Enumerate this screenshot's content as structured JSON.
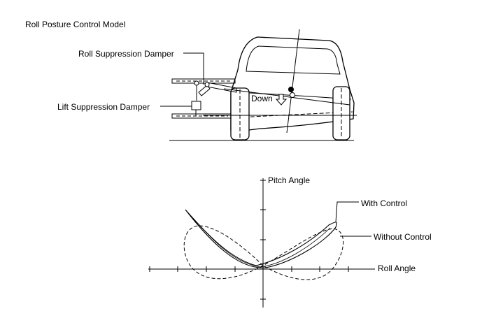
{
  "title": "Roll Posture Control Model",
  "vehicle_labels": {
    "roll_damper": "Roll Suppression Damper",
    "lift_damper": "Lift Suppression Damper",
    "down": "Down"
  },
  "graph_labels": {
    "y_axis": "Pitch Angle",
    "x_axis": "Roll Angle",
    "with_control": "With Control",
    "without_control": "Without Control"
  },
  "colors": {
    "ink": "#000000",
    "background": "#ffffff"
  }
}
